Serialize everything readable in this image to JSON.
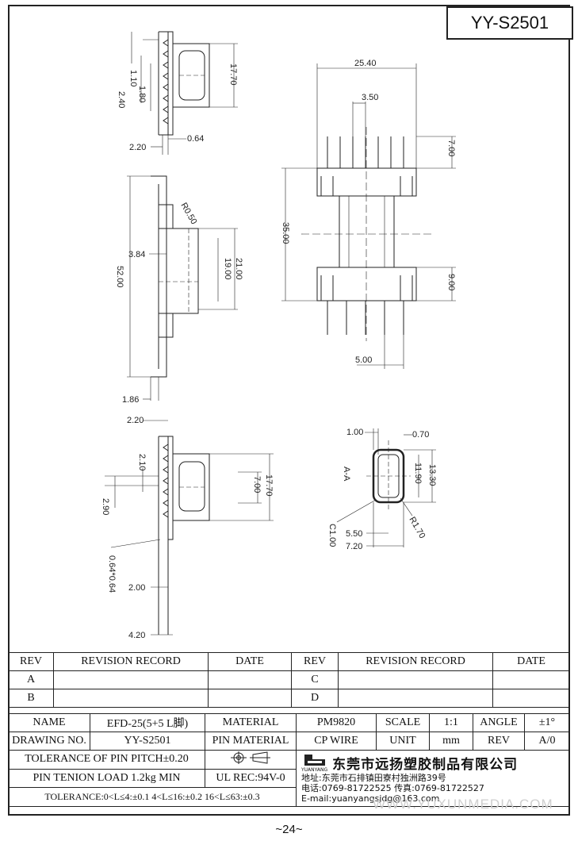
{
  "part_number": "YY-S2501",
  "page_number": "~24~",
  "watermark": "WWW.YUXUNMEDIA.COM",
  "dims": {
    "top_view": [
      "1.10",
      "1.80",
      "2.40",
      "17.70",
      "0.64",
      "2.20"
    ],
    "side_view": [
      "R0.50",
      "3.84",
      "52.00",
      "21.00",
      "19.00",
      "1.86"
    ],
    "bottom_view": [
      "2.20",
      "2.10",
      "2.90",
      "7.00",
      "17.70",
      "0.64*0.64",
      "2.00",
      "4.20"
    ],
    "front_view": [
      "25.40",
      "3.50",
      "7.00",
      "35.00",
      "9.00",
      "5.00"
    ],
    "section_view": [
      "1.00",
      "0.70",
      "A-A",
      "13.30",
      "11.90",
      "5.50",
      "R1.70",
      "7.20",
      "C1.00"
    ]
  },
  "revision": {
    "headers": [
      "REV",
      "REVISION RECORD",
      "DATE",
      "REV",
      "REVISION RECORD",
      "DATE"
    ],
    "rows": [
      [
        "A",
        "",
        "",
        "C",
        "",
        ""
      ],
      [
        "B",
        "",
        "",
        "D",
        "",
        ""
      ]
    ]
  },
  "spec": {
    "name_label": "NAME",
    "name_value": "EFD-25(5+5 L脚)",
    "material_label": "MATERIAL",
    "material_value": "PM9820",
    "scale_label": "SCALE",
    "scale_value": "1:1",
    "angle_label": "ANGLE",
    "angle_value": "±1°",
    "drawing_no_label": "DRAWING NO.",
    "drawing_no_value": "YY-S2501",
    "pin_material_label": "PIN MATERIAL",
    "pin_material_value": "CP WIRE",
    "unit_label": "UNIT",
    "unit_value": "mm",
    "rev_label": "REV",
    "rev_value": "A/0",
    "tolerance_pitch": "TOLERANCE OF PIN PITCH±0.20",
    "pin_load": "PIN TENION LOAD 1.2kg MIN",
    "ul_rec": "UL REC:94V-0",
    "tolerance": "TOLERANCE:0<L≤4:±0.1  4<L≤16:±0.2  16<L≤63:±0.3",
    "company_name": "东莞市远扬塑胶制品有限公司",
    "logo_text": "YUANYANG",
    "address": "地址:东莞市石排镇田寮村独洲路39号",
    "phone": "电话:0769-81722525      传真:0769-81722527",
    "email": "E-mail:yuanyangsjdg@163.com"
  }
}
